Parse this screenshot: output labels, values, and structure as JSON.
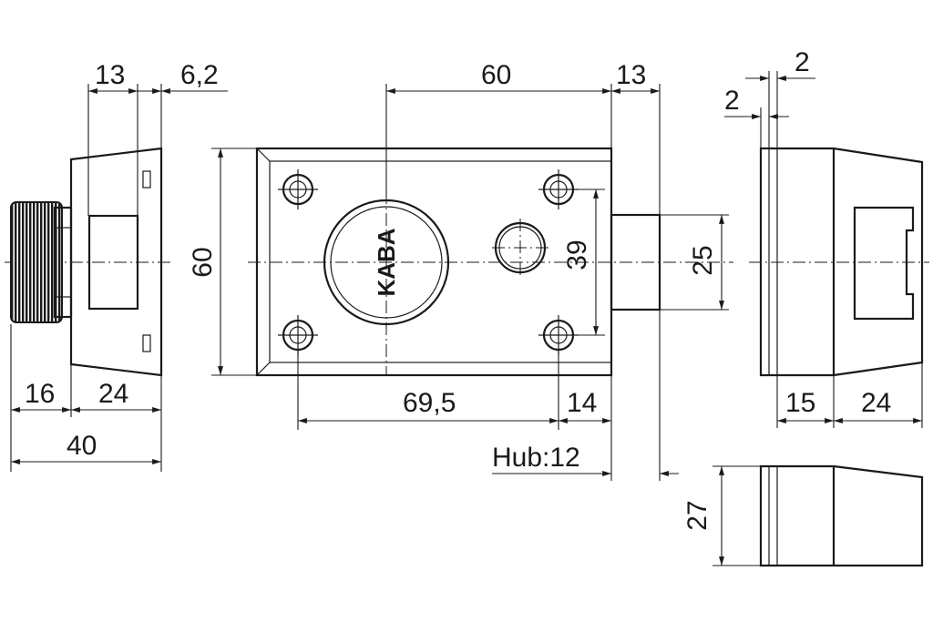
{
  "dimensions": {
    "left_view": {
      "top_13": "13",
      "top_6_2": "6,2",
      "bottom_16": "16",
      "bottom_24": "24",
      "total_40": "40"
    },
    "front_view": {
      "width_60": "60",
      "top_13": "13",
      "height_60": "60",
      "hole_spacing_39": "39",
      "bolt_25": "25",
      "bottom_69_5": "69,5",
      "bottom_14": "14",
      "stroke": "Hub:12"
    },
    "right_view": {
      "top_2a": "2",
      "top_2b": "2",
      "bottom_15": "15",
      "bottom_24": "24"
    },
    "bottom_view": {
      "height_27": "27"
    }
  },
  "logo_text": "KABA"
}
